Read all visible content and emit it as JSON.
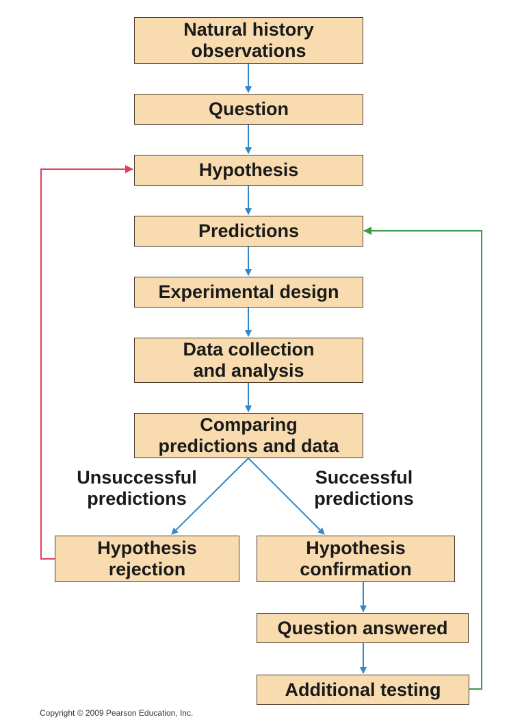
{
  "boxes": {
    "natural_history": "Natural history\nobservations",
    "question": "Question",
    "hypothesis": "Hypothesis",
    "predictions": "Predictions",
    "experimental_design": "Experimental design",
    "data_collection": "Data collection\nand analysis",
    "comparing": "Comparing\npredictions and data",
    "hypothesis_rejection": "Hypothesis\nrejection",
    "hypothesis_confirmation": "Hypothesis\nconfirmation",
    "question_answered": "Question answered",
    "additional_testing": "Additional testing"
  },
  "labels": {
    "unsuccessful": "Unsuccessful\npredictions",
    "successful": "Successful\npredictions"
  },
  "colors": {
    "box_fill": "#f8dcb0",
    "flow_arrow": "#2f86c8",
    "feedback_rejection": "#e0405a",
    "feedback_testing": "#3a9a48"
  },
  "copyright": "Copyright © 2009 Pearson Education, Inc."
}
